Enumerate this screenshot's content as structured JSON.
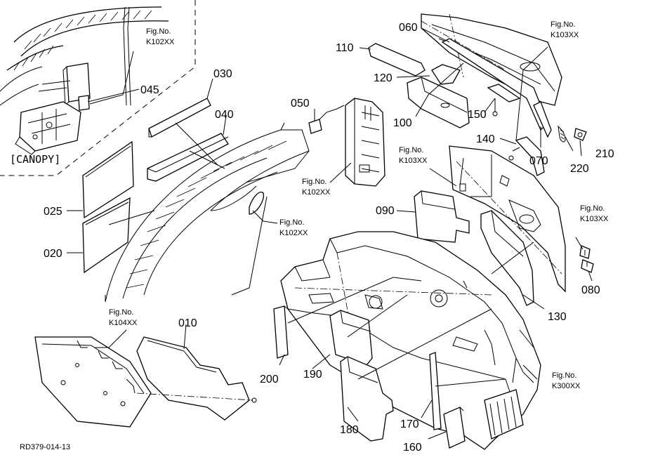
{
  "canopy_label": "[CANOPY]",
  "drawing_code": "RD379-014-13",
  "fig_refs": [
    {
      "line1": "Fig.No.",
      "line2": "K102XX"
    },
    {
      "line1": "Fig.No.",
      "line2": "K102XX"
    },
    {
      "line1": "Fig.No.",
      "line2": "K102XX"
    },
    {
      "line1": "Fig.No.",
      "line2": "K103XX"
    },
    {
      "line1": "Fig.No.",
      "line2": "K103XX"
    },
    {
      "line1": "Fig.No.",
      "line2": "K103XX"
    },
    {
      "line1": "Fig.No.",
      "line2": "K104XX"
    },
    {
      "line1": "Fig.No.",
      "line2": "K300XX"
    }
  ],
  "part_numbers": [
    "010",
    "020",
    "025",
    "030",
    "040",
    "045",
    "050",
    "060",
    "070",
    "080",
    "090",
    "100",
    "110",
    "120",
    "130",
    "140",
    "150",
    "160",
    "170",
    "180",
    "190",
    "200",
    "210",
    "220"
  ]
}
